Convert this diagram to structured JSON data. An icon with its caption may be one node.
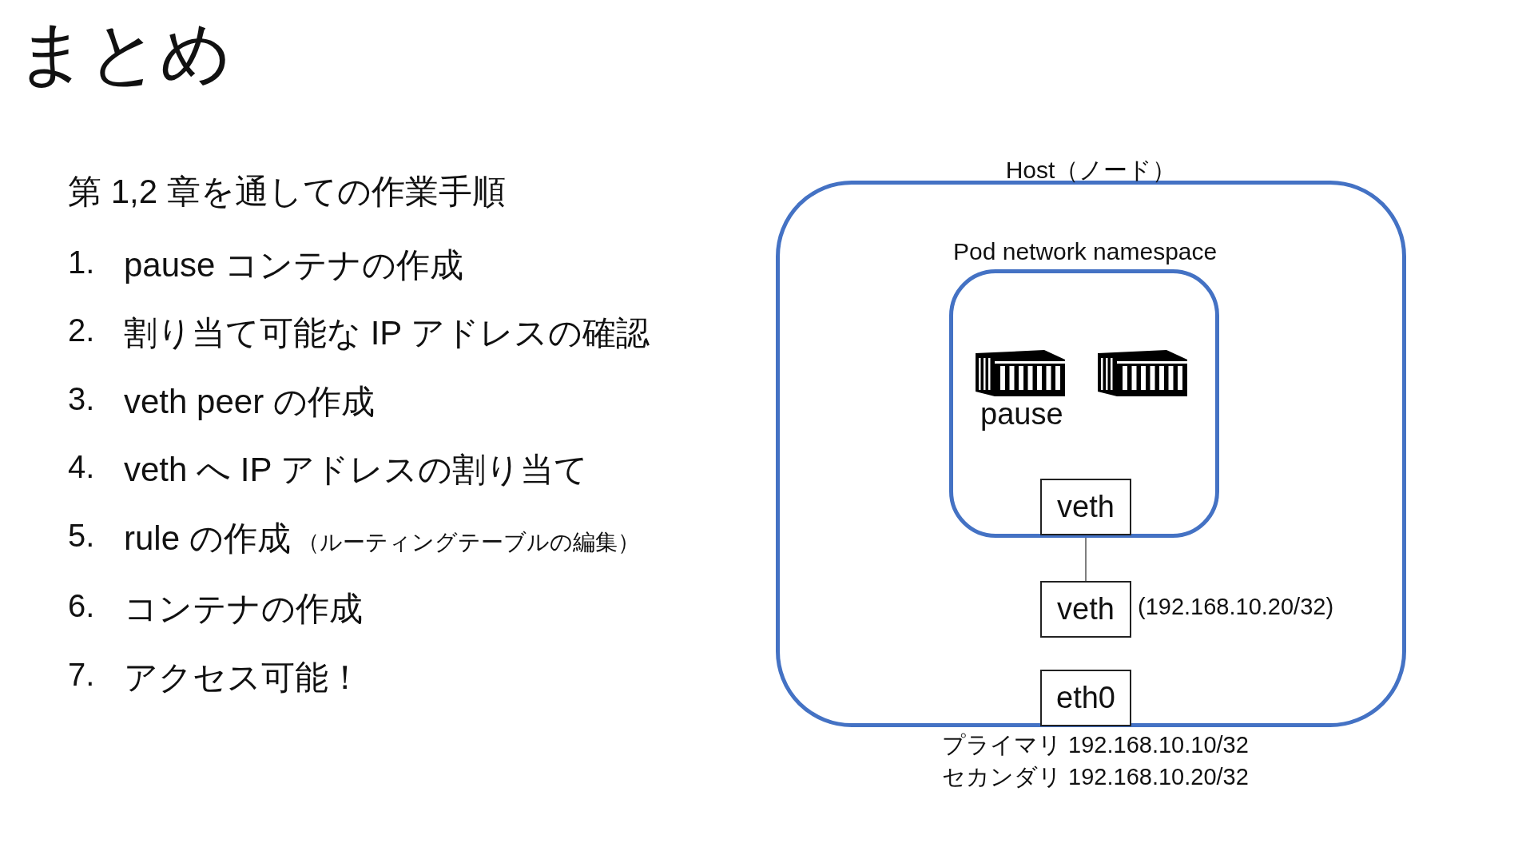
{
  "diagram": {
    "title": "まとめ",
    "nodes": [
      {
        "text": [
          "Host（ノード）"
        ]
      },
      {
        "text": [
          "Pod network namespace"
        ],
        "in": 0
      },
      {
        "text": [
          "veth"
        ],
        "in": 1
      },
      {
        "text": [
          "veth"
        ],
        "in": 0,
        "beside": [
          "(192.168.10.20/32)"
        ]
      },
      {
        "text": [
          "eth0"
        ],
        "in": 0,
        "beside": [
          "プライマリ 192.168.10.10/32",
          "セカンダリ 192.168.10.20/32"
        ]
      }
    ],
    "edges": [
      {
        "from": 2,
        "to": 3,
        "arrow": "none"
      }
    ],
    "labels": [
      "第 1,2 章を通しての作業手順",
      "1.",
      "pause コンテナの作成",
      "2.",
      "割り当て可能な IP アドレスの確認",
      "3.",
      "veth peer の作成",
      "4.",
      "veth へ IP アドレスの割り当て",
      "5.",
      "rule の作成",
      "（ルーティングテーブルの編集）",
      "6.",
      "コンテナの作成",
      "7.",
      "アクセス可能！",
      "pause"
    ]
  }
}
